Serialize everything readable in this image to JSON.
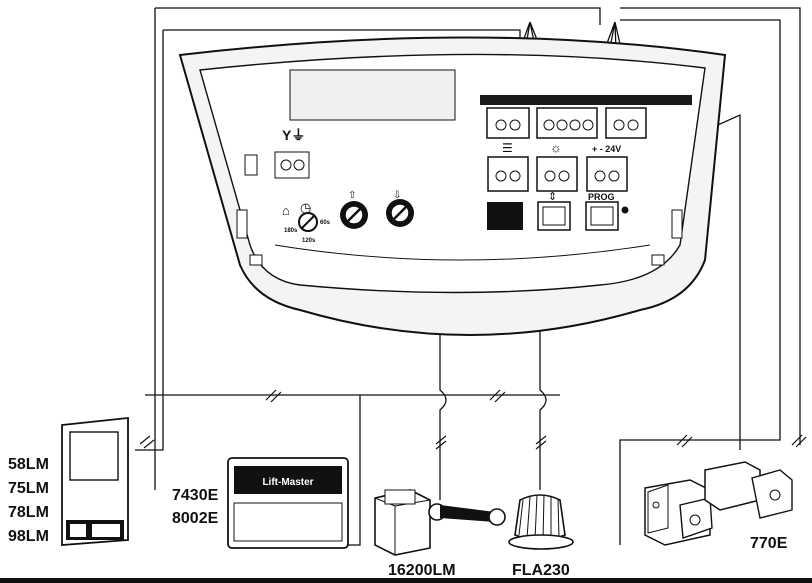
{
  "accessory_labels": {
    "wall_console_models": [
      "58LM",
      "75LM",
      "78LM",
      "98LM"
    ],
    "remote_models": [
      "7430E",
      "8002E"
    ],
    "remote_brand": "Lift-Master",
    "limit_switch_model": "16200LM",
    "flashing_light_model": "FLA230",
    "photocell_model": "770E"
  },
  "control_panel": {
    "prog_button_label": "PROG",
    "power_terminal_label": "+ -  24V",
    "timer_labels": [
      "180s",
      "60s",
      "120s"
    ]
  },
  "colors": {
    "line": "#111111",
    "housing_fill": "#f4f4f4",
    "panel_fill": "#eaeaea",
    "terminal_dark": "#1a1a1a",
    "button_black": "#111111",
    "remote_strip": "#111111"
  }
}
